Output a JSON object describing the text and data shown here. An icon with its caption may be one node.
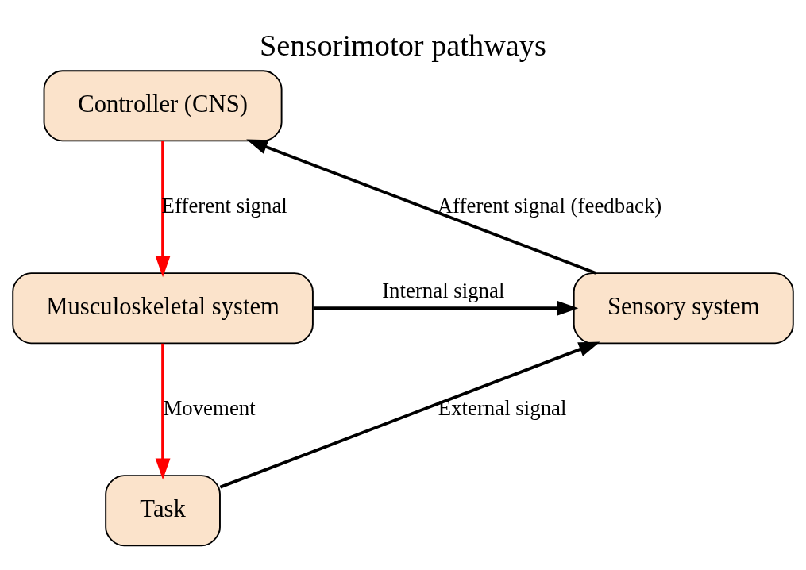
{
  "diagram": {
    "title": "Sensorimotor pathways",
    "nodes": [
      {
        "text": [
          "Controller (CNS)"
        ]
      },
      {
        "text": [
          "Musculoskeletal system"
        ]
      },
      {
        "text": [
          "Sensory system"
        ]
      },
      {
        "text": [
          "Task"
        ]
      }
    ],
    "edges": [
      {
        "from": 0,
        "to": 1,
        "arrow": "to",
        "label": "Efferent signal",
        "color": "#ff0000"
      },
      {
        "from": 1,
        "to": 2,
        "arrow": "to",
        "label": "Internal signal"
      },
      {
        "from": 1,
        "to": 3,
        "arrow": "to",
        "label": "Movement",
        "color": "#ff0000"
      },
      {
        "from": 3,
        "to": 2,
        "arrow": "to",
        "label": "External signal"
      },
      {
        "from": 2,
        "to": 0,
        "arrow": "to",
        "label": "Afferent signal (feedback)"
      }
    ]
  }
}
